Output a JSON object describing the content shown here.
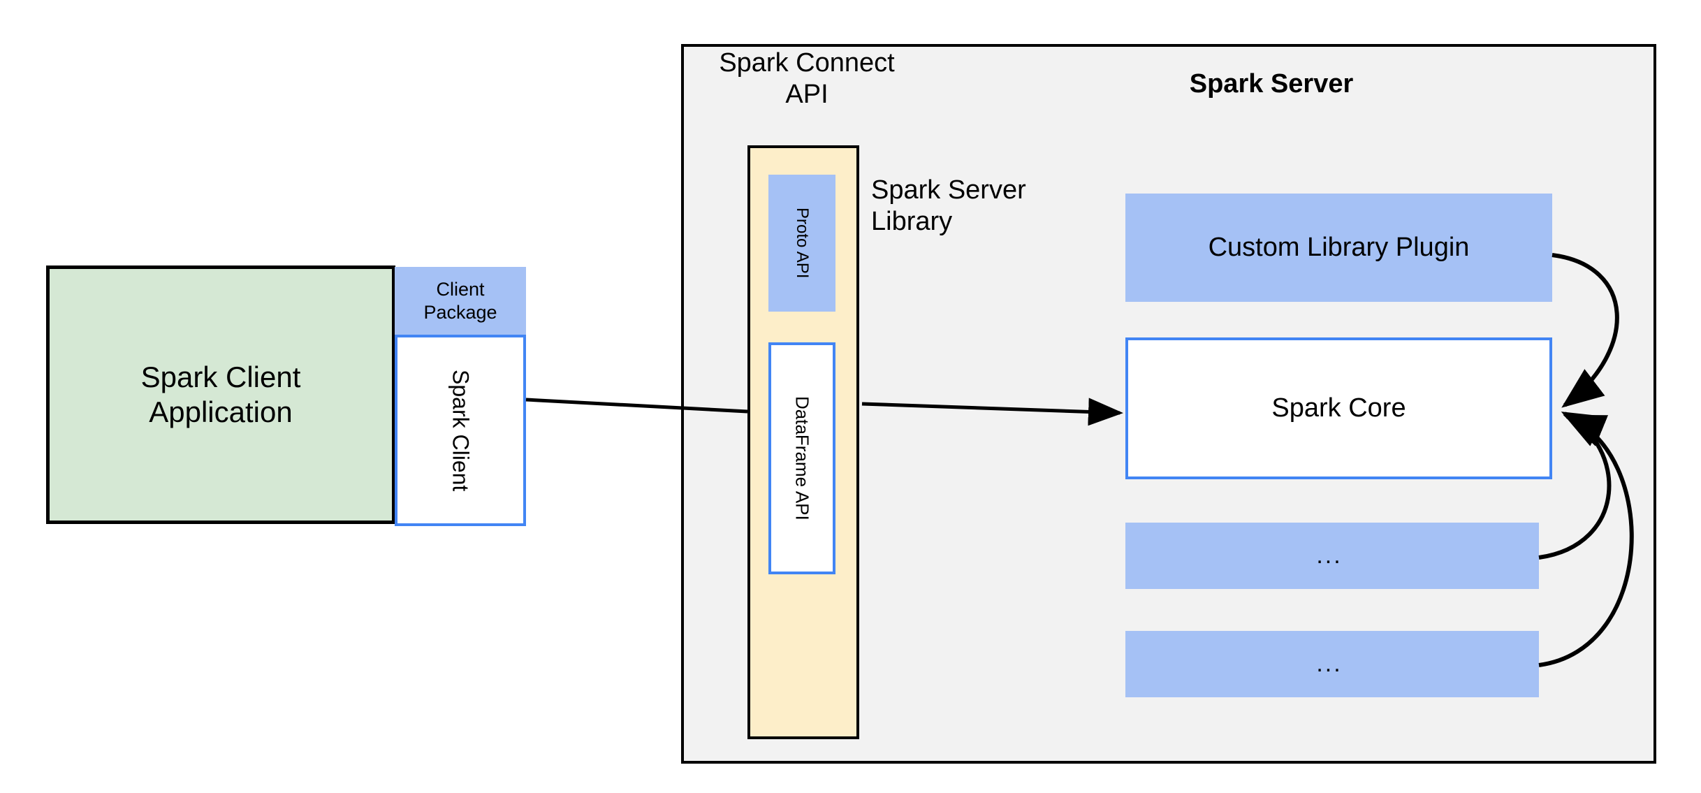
{
  "diagram": {
    "title_hidden": "",
    "client": {
      "application_label": "Spark Client\nApplication",
      "client_package_label": "Client\nPackage",
      "spark_client_label": "Spark Client"
    },
    "server": {
      "spark_connect_api_label": "Spark Connect\nAPI",
      "spark_server_library_label": "Spark Server\nLibrary",
      "spark_server_label": "Spark Server",
      "proto_api_label": "Proto API",
      "dataframe_api_label": "DataFrame API",
      "custom_library_plugin_label": "Custom Library Plugin",
      "spark_core_label": "Spark Core",
      "ellipsis_label_1": "...",
      "ellipsis_label_2": "..."
    },
    "colors": {
      "app_green": "#d5e8d4",
      "package_blue": "#a5c1f5",
      "connect_yellow": "#fdeec9",
      "container_gray": "#f2f2f2",
      "border_blue": "#4285f4",
      "border_black": "#000000"
    }
  }
}
